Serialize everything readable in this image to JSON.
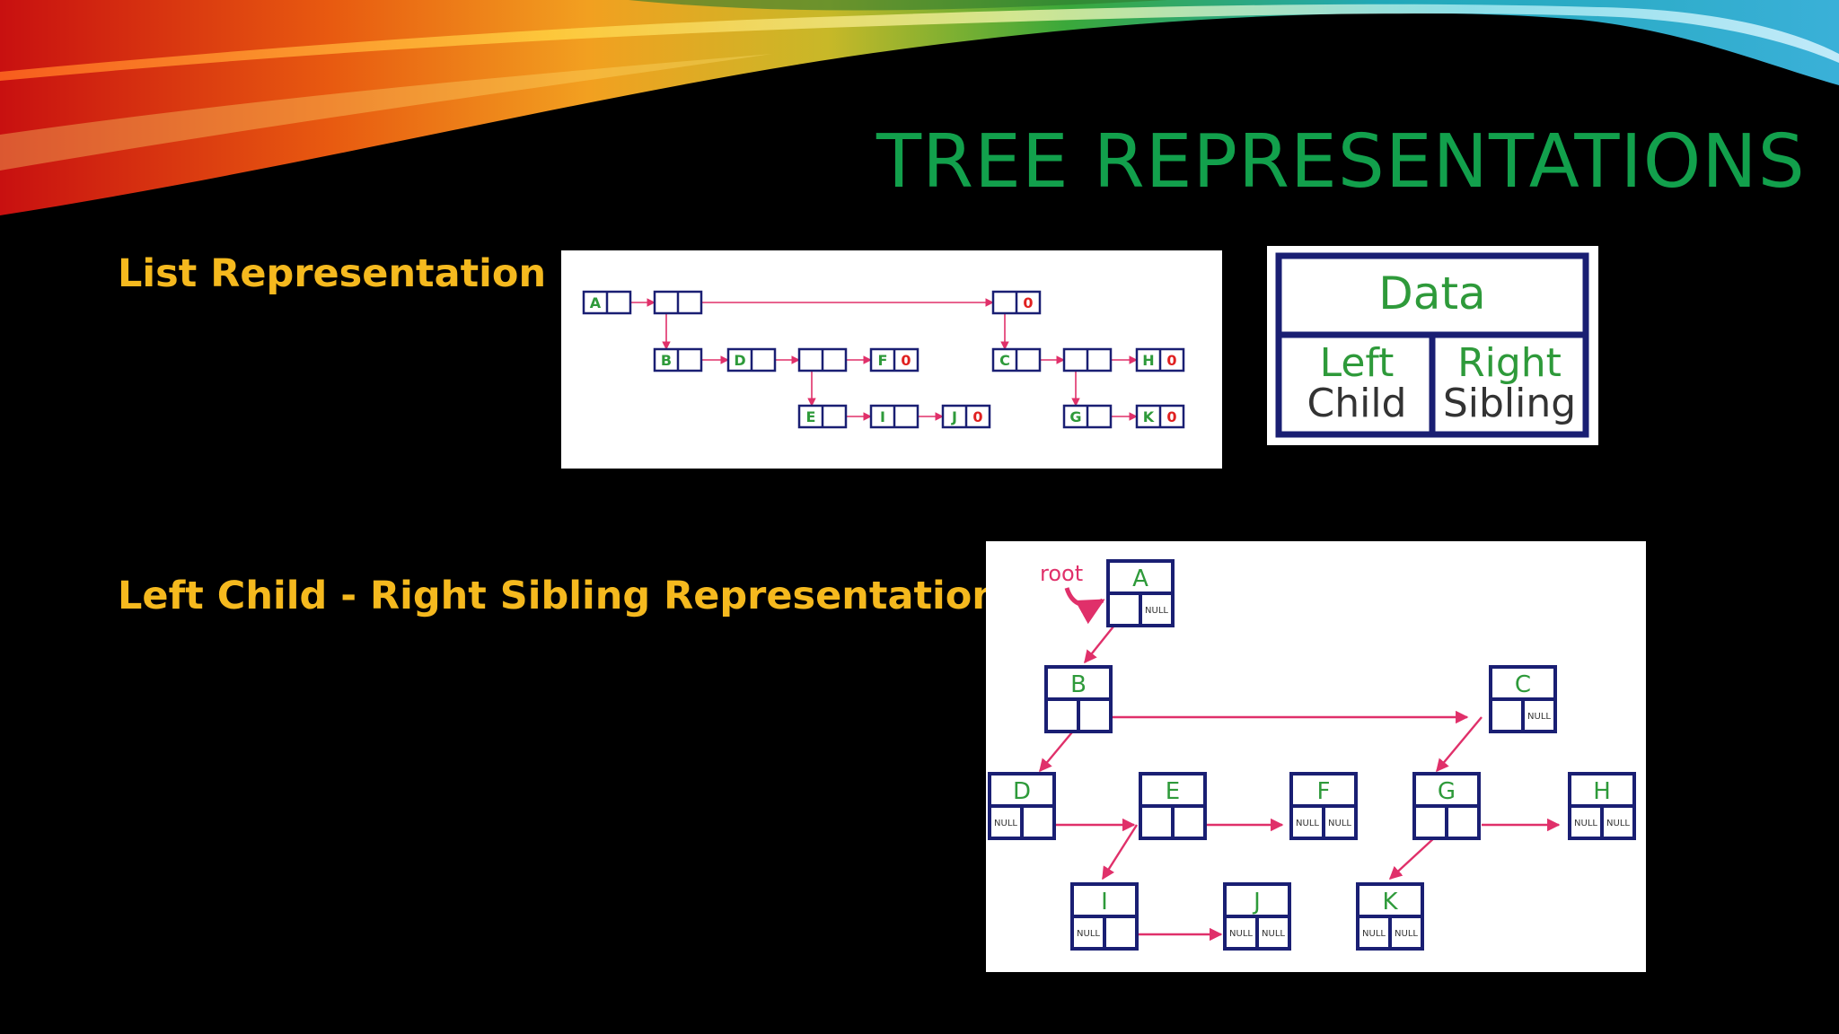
{
  "slide": {
    "title": "TREE REPRESENTATIONS",
    "section1_label": "List Representation",
    "section2_label": "Left Child - Right Sibling Representation"
  },
  "colors": {
    "background": "#000000",
    "title": "#12A04C",
    "label": "#F5B91E",
    "node_border": "#1A1F73",
    "node_text": "#2E9A3A",
    "arrow": "#E0306A",
    "zero": "#E02020"
  },
  "list_diagram": {
    "nodes": [
      {
        "data": "A",
        "next": ""
      },
      {
        "data": "",
        "next": ""
      },
      {
        "data": "",
        "next": "0"
      },
      {
        "data": "B",
        "next": ""
      },
      {
        "data": "D",
        "next": ""
      },
      {
        "data": "",
        "next": ""
      },
      {
        "data": "F",
        "next": "0"
      },
      {
        "data": "C",
        "next": ""
      },
      {
        "data": "",
        "next": ""
      },
      {
        "data": "H",
        "next": "0"
      },
      {
        "data": "E",
        "next": ""
      },
      {
        "data": "I",
        "next": ""
      },
      {
        "data": "J",
        "next": "0"
      },
      {
        "data": "G",
        "next": ""
      },
      {
        "data": "K",
        "next": "0"
      }
    ]
  },
  "legend": {
    "data": "Data",
    "left_child": [
      "Left",
      "Child"
    ],
    "right_sibling": [
      "Right",
      "Sibling"
    ]
  },
  "lcrs_diagram": {
    "root_label": "root",
    "null_label": "NULL",
    "nodes": [
      {
        "label": "A",
        "child_null": false,
        "sibling_null": true
      },
      {
        "label": "B",
        "child_null": false,
        "sibling_null": false
      },
      {
        "label": "C",
        "child_null": false,
        "sibling_null": true
      },
      {
        "label": "D",
        "child_null": true,
        "sibling_null": false
      },
      {
        "label": "E",
        "child_null": false,
        "sibling_null": false
      },
      {
        "label": "F",
        "child_null": true,
        "sibling_null": true
      },
      {
        "label": "G",
        "child_null": false,
        "sibling_null": false
      },
      {
        "label": "H",
        "child_null": true,
        "sibling_null": true
      },
      {
        "label": "I",
        "child_null": true,
        "sibling_null": false
      },
      {
        "label": "J",
        "child_null": true,
        "sibling_null": true
      },
      {
        "label": "K",
        "child_null": true,
        "sibling_null": true
      }
    ]
  }
}
